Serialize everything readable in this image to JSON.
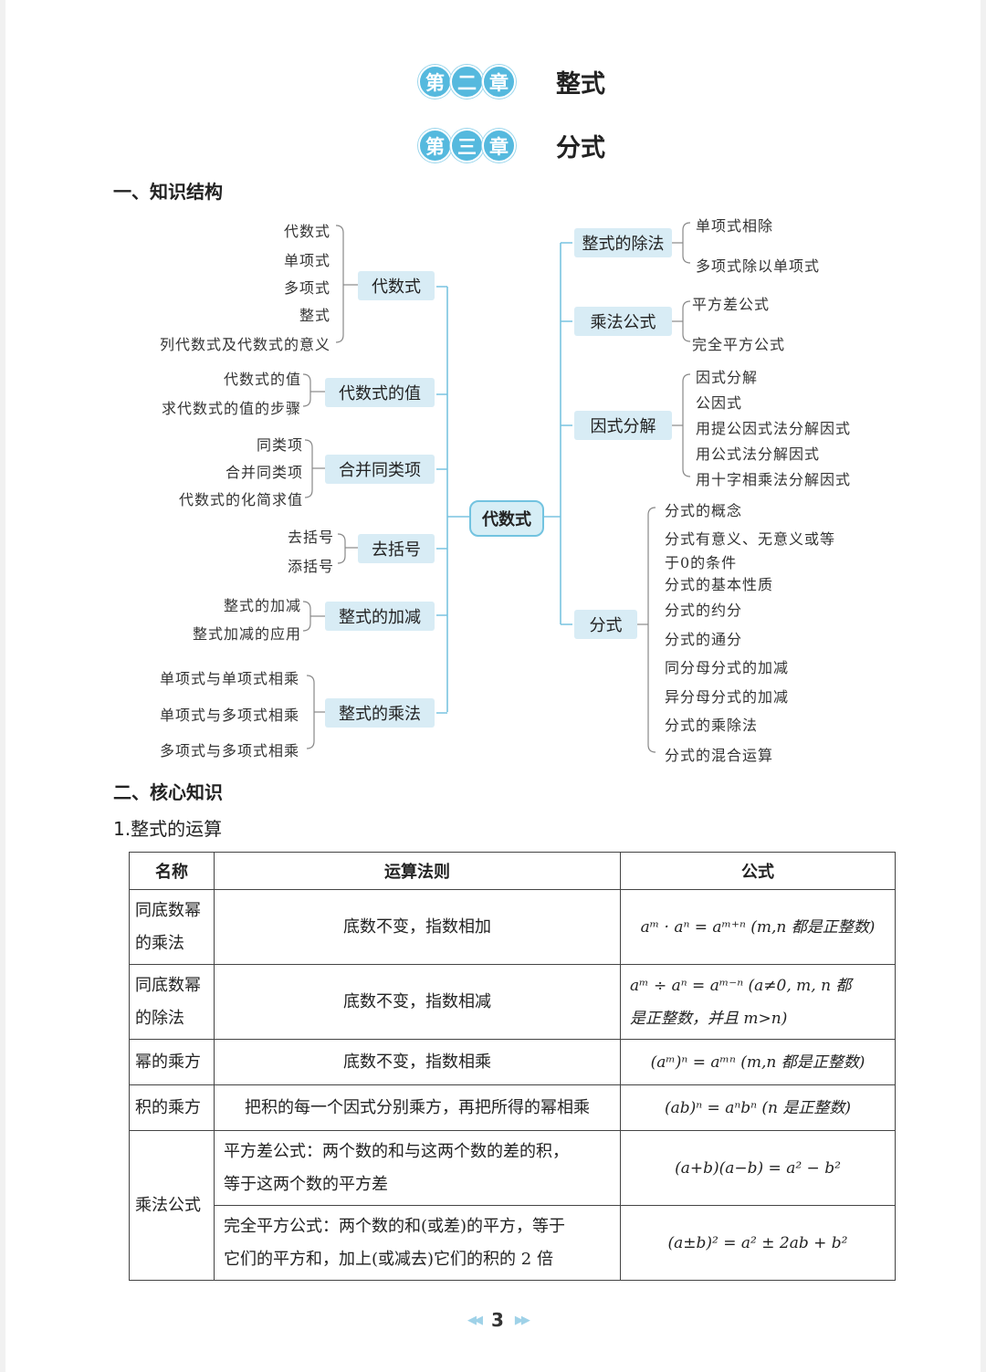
{
  "chapters": [
    {
      "badge": [
        "第",
        "二",
        "章"
      ],
      "title": "整式"
    },
    {
      "badge": [
        "第",
        "三",
        "章"
      ],
      "title": "分式"
    }
  ],
  "section1": "一、知识结构",
  "mindmap": {
    "center": "代数式",
    "left_groups": [
      {
        "node": "代数式",
        "items": [
          "代数式",
          "单项式",
          "多项式",
          "整式",
          "列代数式及代数式的意义"
        ]
      },
      {
        "node": "代数式的值",
        "items": [
          "代数式的值",
          "求代数式的值的步骤"
        ]
      },
      {
        "node": "合并同类项",
        "items": [
          "同类项",
          "合并同类项",
          "代数式的化简求值"
        ]
      },
      {
        "node": "去括号",
        "items": [
          "去括号",
          "添括号"
        ]
      },
      {
        "node": "整式的加减",
        "items": [
          "整式的加减",
          "整式加减的应用"
        ]
      },
      {
        "node": "整式的乘法",
        "items": [
          "单项式与单项式相乘",
          "单项式与多项式相乘",
          "多项式与多项式相乘"
        ]
      }
    ],
    "right_groups": [
      {
        "node": "整式的除法",
        "items": [
          "单项式相除",
          "多项式除以单项式"
        ]
      },
      {
        "node": "乘法公式",
        "items": [
          "平方差公式",
          "完全平方公式"
        ]
      },
      {
        "node": "因式分解",
        "items": [
          "因式分解",
          "公因式",
          "用提公因式法分解因式",
          "用公式法分解因式",
          "用十字相乘法分解因式"
        ]
      },
      {
        "node": "分式",
        "items": [
          "分式的概念",
          "分式有意义、无意义或等",
          "于0的条件",
          "分式的基本性质",
          "分式的约分",
          "分式的通分",
          "同分母分式的加减",
          "异分母分式的加减",
          "分式的乘除法",
          "分式的混合运算"
        ]
      }
    ]
  },
  "section2": "二、核心知识",
  "subsection": "1.整式的运算",
  "table": {
    "headers": [
      "名称",
      "运算法则",
      "公式"
    ],
    "rows": [
      {
        "name": [
          "同底数幂",
          "的乘法"
        ],
        "rule": "底数不变，指数相加",
        "formula": "aᵐ · aⁿ = aᵐ⁺ⁿ (m,n 都是正整数)"
      },
      {
        "name": [
          "同底数幂",
          "的除法"
        ],
        "rule": "底数不变，指数相减",
        "formula": [
          "aᵐ ÷ aⁿ = aᵐ⁻ⁿ (a≠0, m, n 都",
          "是正整数，并且 m>n)"
        ]
      },
      {
        "name": [
          "幂的乘方"
        ],
        "rule": "底数不变，指数相乘",
        "formula": "(aᵐ)ⁿ = aᵐⁿ (m,n 都是正整数)"
      },
      {
        "name": [
          "积的乘方"
        ],
        "rule": "把积的每一个因式分别乘方，再把所得的幂相乘",
        "formula": "(ab)ⁿ = aⁿbⁿ (n 是正整数)"
      }
    ],
    "mult": {
      "name": "乘法公式",
      "sub": [
        {
          "rule": [
            "平方差公式：两个数的和与这两个数的差的积，",
            "等于这两个数的平方差"
          ],
          "formula": "(a+b)(a−b) = a² − b²"
        },
        {
          "rule": [
            "完全平方公式：两个数的和(或差)的平方，等于",
            "它们的平方和，加上(或减去)它们的积的 2 倍"
          ],
          "formula": "(a±b)² = a² ± 2ab + b²"
        }
      ]
    }
  },
  "page_number": "3"
}
